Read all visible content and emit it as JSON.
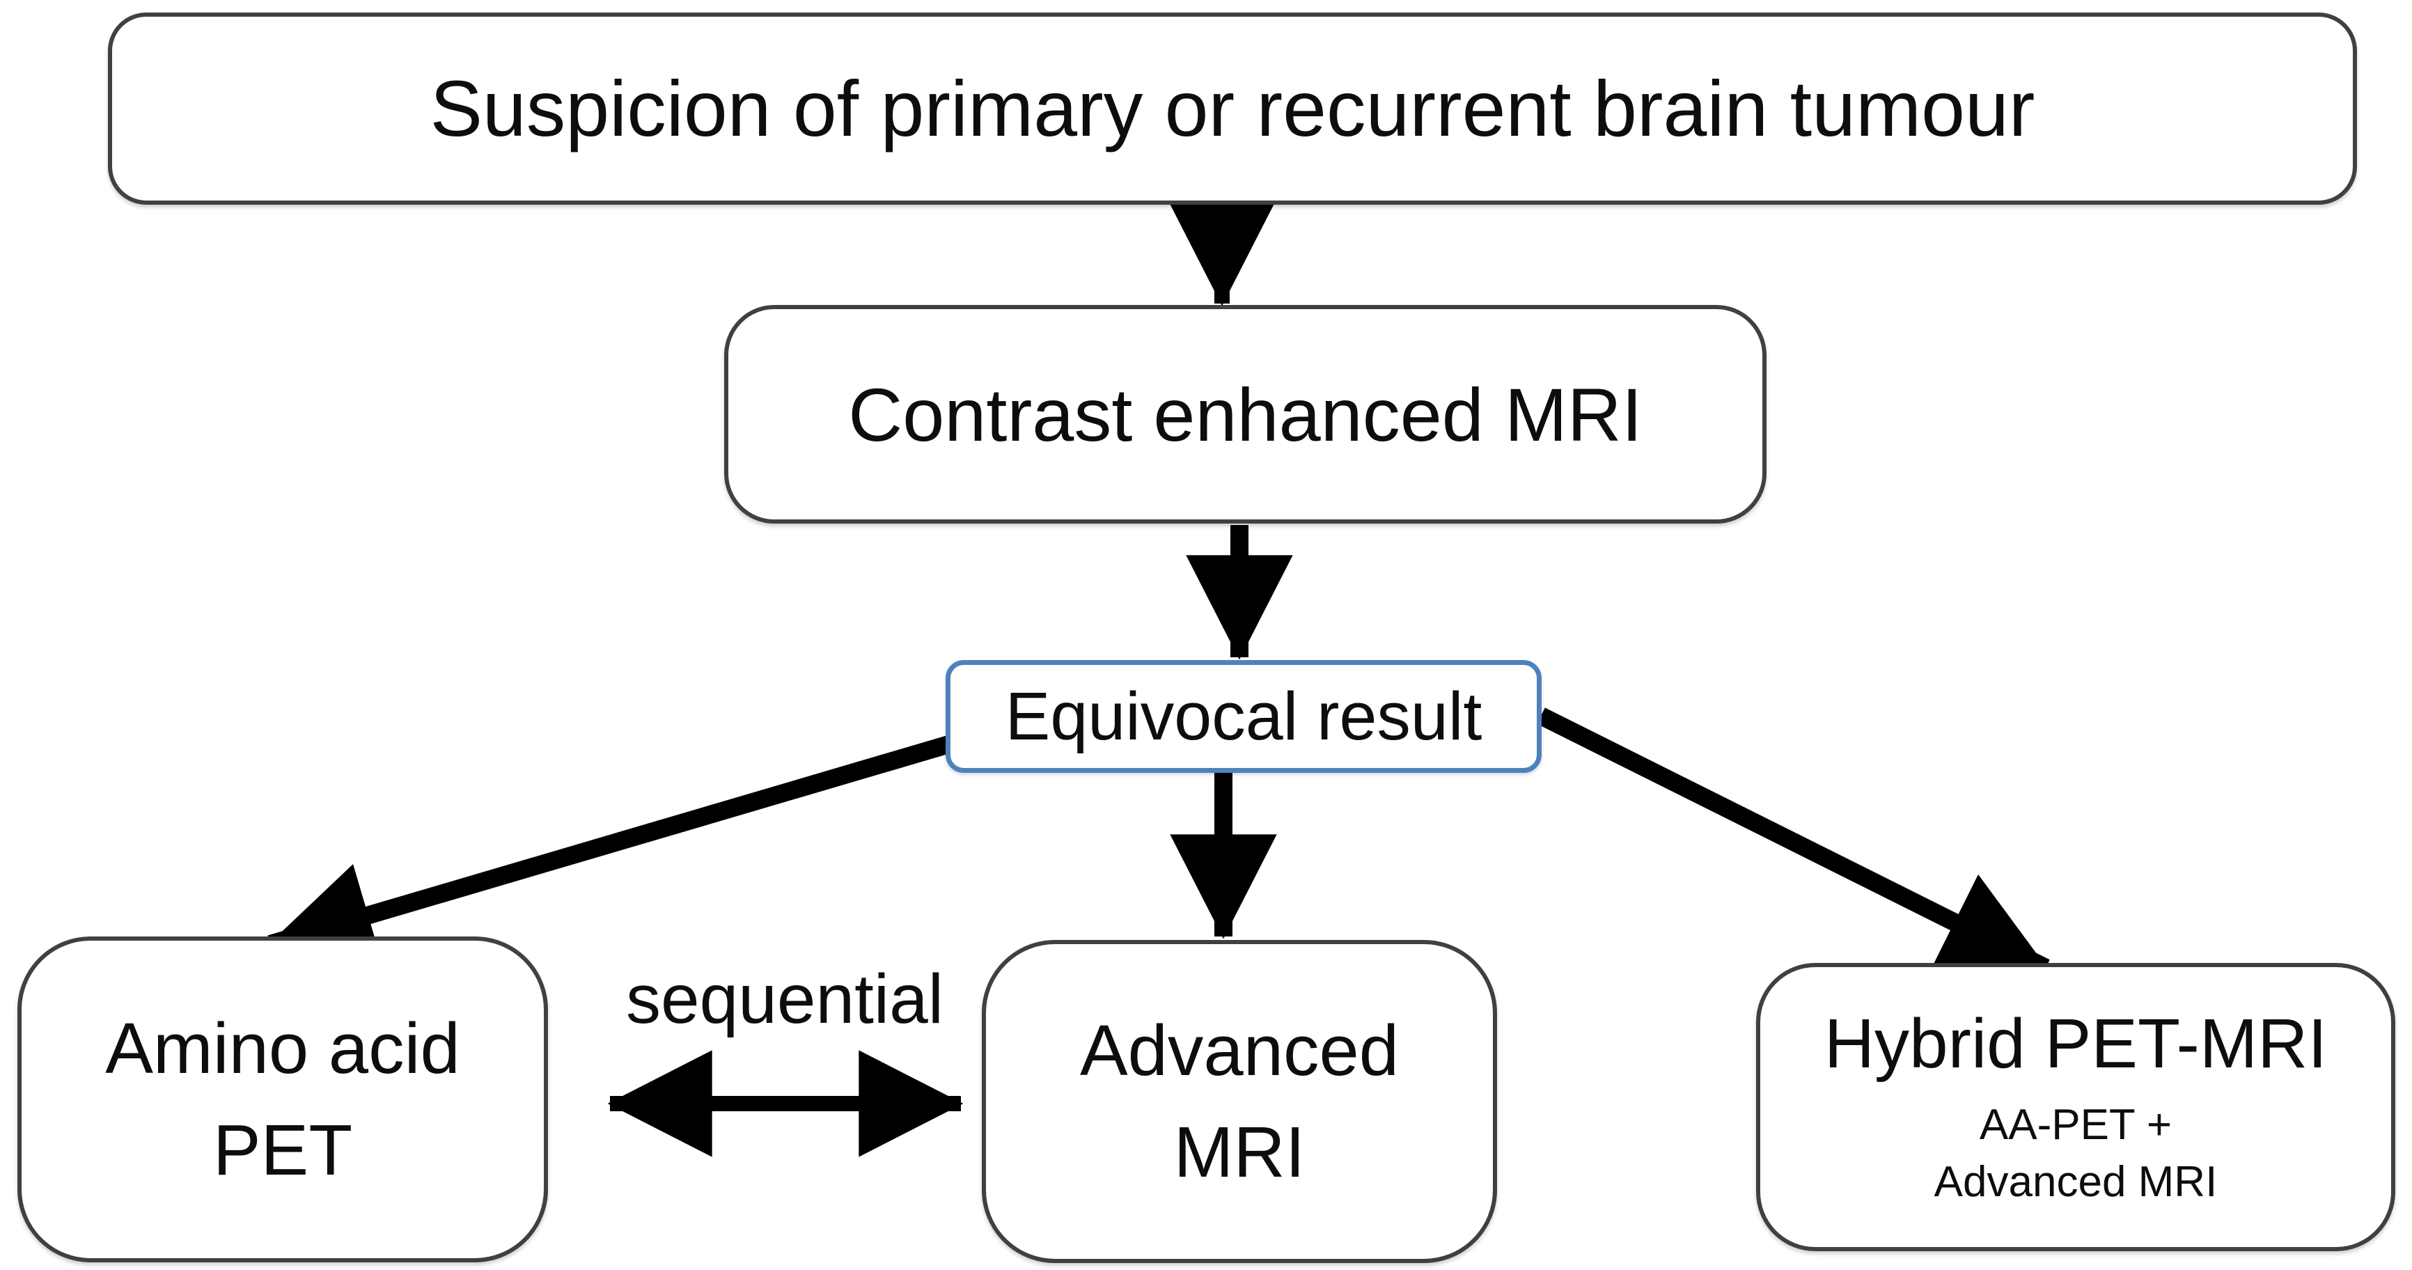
{
  "figure": {
    "type": "flowchart",
    "background": "#ffffff",
    "colors": {
      "box_border": "#404040",
      "equivocal_border": "#4f81bd",
      "arrow": "#000000",
      "text": "#0d0d0d"
    },
    "nodes": {
      "suspicion": {
        "label": "Suspicion of primary or recurrent brain tumour"
      },
      "contrast_mri": {
        "label": "Contrast enhanced MRI"
      },
      "equivocal": {
        "label": "Equivocal result"
      },
      "amino_pet": {
        "lines": [
          "Amino acid",
          "PET"
        ]
      },
      "advanced_mri": {
        "lines": [
          "Advanced",
          "MRI"
        ]
      },
      "hybrid_pet_mri": {
        "title": "Hybrid PET-MRI",
        "sub_lines": [
          "AA-PET +",
          "Advanced MRI"
        ]
      }
    },
    "connectors": {
      "sequential_label": "sequential",
      "edges": [
        "suspicion -> contrast_mri",
        "contrast_mri -> equivocal",
        "equivocal -> amino_pet",
        "equivocal -> advanced_mri",
        "equivocal -> hybrid_pet_mri",
        "amino_pet <-> advanced_mri (sequential)"
      ]
    }
  }
}
